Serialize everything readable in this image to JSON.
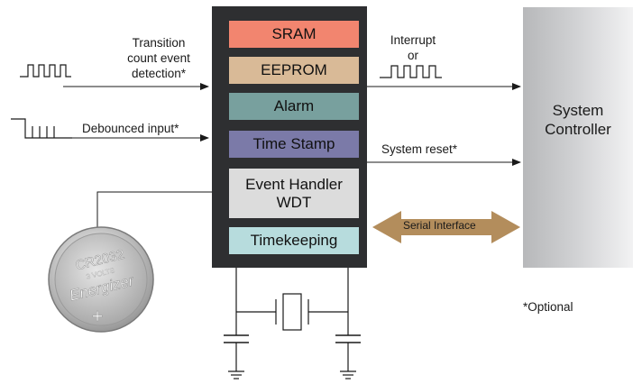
{
  "colors": {
    "chip": "#2e2f31",
    "sram": "#f2856f",
    "eeprom": "#d9ba97",
    "alarm": "#78a09e",
    "timestamp": "#7b7aa8",
    "event_handler": "#dcdcdc",
    "timekeeping": "#b7dcdd",
    "serial_arrow": "#b38d5c",
    "controller": "#c5c6c8"
  },
  "chip": {
    "blocks": [
      {
        "label": "SRAM",
        "color": "#f2856f"
      },
      {
        "label": "EEPROM",
        "color": "#d9ba97"
      },
      {
        "label": "Alarm",
        "color": "#78a09e"
      },
      {
        "label": "Time Stamp",
        "color": "#7b7aa8"
      },
      {
        "label": "Event Handler\nWDT",
        "line1": "Event Handler",
        "line2": "WDT",
        "color": "#dcdcdc"
      },
      {
        "label": "Timekeeping",
        "color": "#b7dcdd"
      }
    ]
  },
  "inputs": {
    "transition": {
      "line1": "Transition",
      "line2": "count event",
      "line3": "detection*"
    },
    "debounced": "Debounced input*"
  },
  "outputs": {
    "interrupt": {
      "line1": "Interrupt",
      "line2": "or"
    },
    "reset": "System reset*"
  },
  "serial_interface": "Serial Interface",
  "controller": {
    "line1": "System",
    "line2": "Controller"
  },
  "battery": {
    "model": "CR2032",
    "voltage": "3 VOLTS",
    "brand": "Energizer",
    "symbol": "+"
  },
  "footnote": "*Optional",
  "icons": [
    "pulse-train-icon",
    "debounce-waveform-icon",
    "crystal-icon",
    "ground-icon",
    "capacitor-icon",
    "coin-cell-battery-icon"
  ]
}
